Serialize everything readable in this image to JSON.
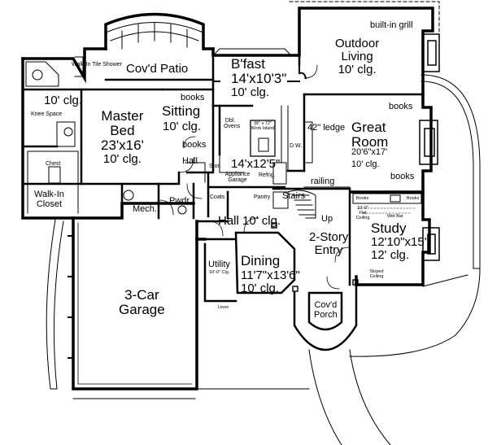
{
  "rooms": {
    "master_bed": {
      "name": "Master",
      "name2": "Bed",
      "size": "23'x16'",
      "clg": "10' clg."
    },
    "master_bath": {
      "clg": "10' clg.",
      "walk_in_tile_shower": "Walk-In Tile Shower",
      "knee_space": "Knee Space"
    },
    "walk_in_closet": {
      "name": "Walk-In",
      "name2": "Closet",
      "chest": "Chest"
    },
    "covd_patio": {
      "name": "Cov'd Patio"
    },
    "sitting": {
      "name": "Sitting",
      "clg": "10' clg.",
      "books_top": "books",
      "books_bottom": "books"
    },
    "bfast": {
      "name": "B'fast",
      "size": "14'x10'3\"",
      "clg": "10' clg."
    },
    "kitchen": {
      "size": "14'x12'5\"",
      "dbl_ovens": "Dbl. Ovens",
      "work_island": "36\" x 72\" Work Island",
      "dw": "D.W.",
      "appliance_garage": "Appliance Garage",
      "refrig": "Refrig."
    },
    "outdoor_living": {
      "name": "Outdoor",
      "name2": "Living",
      "clg": "10' clg.",
      "grill": "built-in grill"
    },
    "great_room": {
      "name": "Great",
      "name2": "Room",
      "size": "20'6\"x17'",
      "clg": "10' clg.",
      "books_top": "books",
      "books_bottom": "books",
      "ledge": "42\" ledge",
      "railing": "railing"
    },
    "hall_upper": {
      "name": "Hall"
    },
    "storage": {
      "name": "Stor."
    },
    "mech": {
      "name": "Mech."
    },
    "pwdr": {
      "name": "Pwdr."
    },
    "coats": {
      "name": "Coats"
    },
    "pantry": {
      "name": "Pantry"
    },
    "stairs": {
      "name": "Stairs",
      "up": "Up"
    },
    "hall_main": {
      "name": "Hall",
      "clg": "10' clg."
    },
    "entry": {
      "name": "2-Story",
      "name2": "Entry"
    },
    "study": {
      "name": "Study",
      "size": "12'10\"x15'",
      "clg": "12' clg.",
      "books_left": "Books",
      "books_right": "Books",
      "flat_clg": "10'-0\" Flat Ceiling",
      "wet_bar": "Wet Bar",
      "sloped_clg": "Sloped Ceiling"
    },
    "dining": {
      "name": "Dining",
      "size": "11'7\"x13'6\"",
      "clg": "10' clg."
    },
    "utility": {
      "name": "Utility",
      "clg": "10'-0\" Clg.",
      "linen": "Linen"
    },
    "garage": {
      "name": "3-Car",
      "name2": "Garage"
    },
    "covd_porch": {
      "name": "Cov'd",
      "name2": "Porch"
    }
  }
}
